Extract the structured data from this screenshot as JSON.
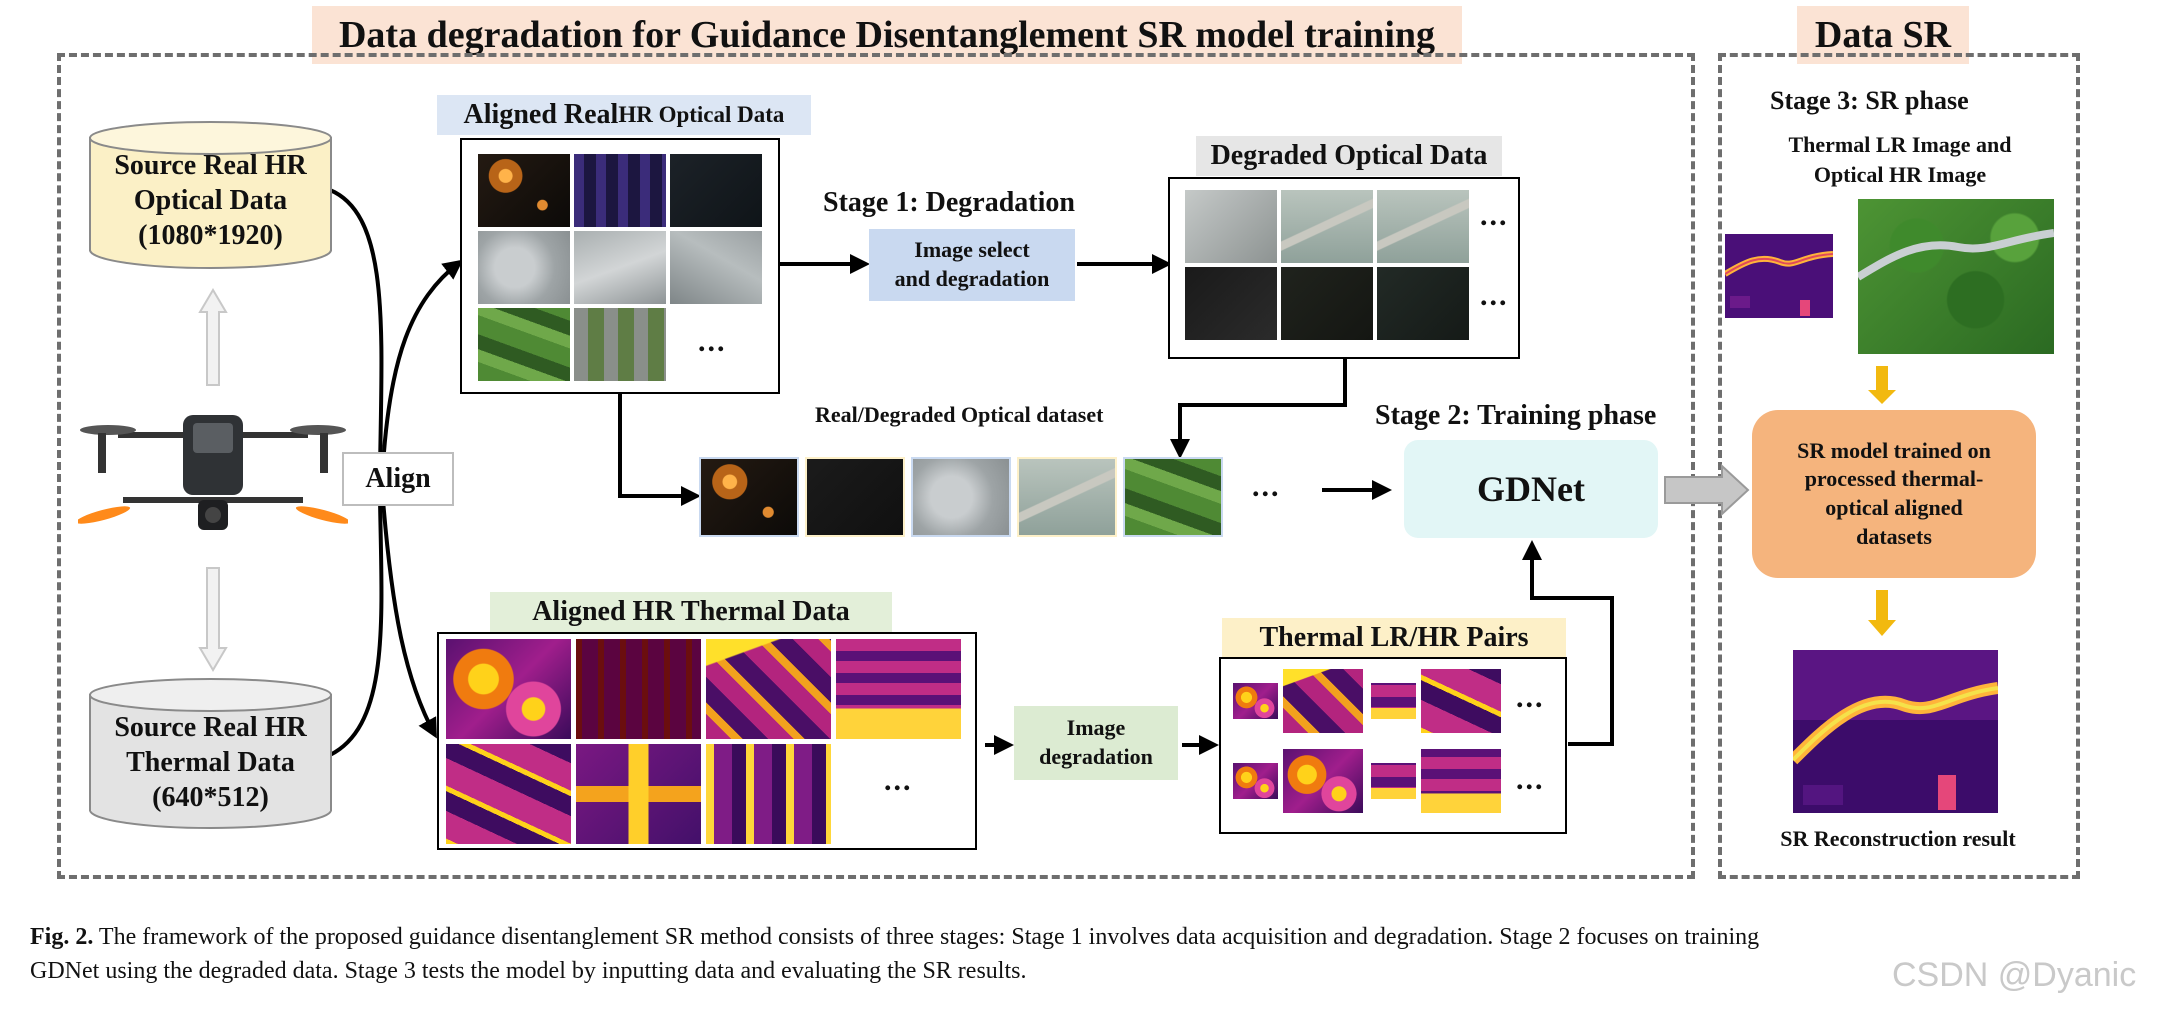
{
  "left_title": "Data degradation for Guidance Disentanglement SR model training",
  "right_title": "Data SR",
  "source_optical": {
    "line1": "Source Real HR",
    "line2": "Optical Data",
    "line3": "(1080*1920)"
  },
  "source_thermal": {
    "line1": "Source Real HR",
    "line2": "Thermal Data",
    "line3": "(640*512)"
  },
  "align": "Align",
  "aligned_optical_label_a": "Aligned Real ",
  "aligned_optical_label_b": "HR Optical Data",
  "stage1": "Stage 1: Degradation",
  "image_select": {
    "line1": "Image select",
    "line2": "and degradation"
  },
  "degraded_optical": "Degraded Optical Data",
  "real_degraded_dataset": "Real/Degraded Optical dataset",
  "stage2": "Stage 2: Training phase",
  "gdnet": "GDNet",
  "aligned_thermal": "Aligned HR Thermal Data",
  "image_degradation": {
    "line1": "Image",
    "line2": "degradation"
  },
  "thermal_pairs": "Thermal LR/HR Pairs",
  "ellipsis": "...",
  "stage3": "Stage 3: SR phase",
  "thermal_lr_optical": {
    "line1": "Thermal LR Image and",
    "line2": "Optical HR Image"
  },
  "sr_model": {
    "line1": "SR model trained on",
    "line2": "processed thermal-",
    "line3": "optical aligned",
    "line4": "datasets"
  },
  "sr_result": "SR Reconstruction result",
  "caption": {
    "fig": "Fig. 2.",
    "text1": "The framework of the proposed guidance disentanglement SR method consists of three stages: Stage 1 involves data acquisition and degradation. Stage 2 focuses on training",
    "text2": "GDNet using the degraded data. Stage 3 tests the model by inputting data and evaluating the SR results."
  },
  "watermark": "CSDN @Dyanic",
  "colors": {
    "banner_bg": "#fbe3d4",
    "optical_label_bg": "#dce6f4",
    "degraded_label_bg": "#e6e6e6",
    "thermal_label_bg": "#e3efd9",
    "pairs_label_bg": "#fdf0c8",
    "image_select_bg": "#c9d9f0",
    "image_degradation_bg": "#dcebd2",
    "gdnet_bg": "#e2f6f6",
    "sr_model_bg": "#f5b47d",
    "cylinder_optical": "#fbf0c6",
    "cylinder_thermal": "#e3e3e3",
    "yellow_arrow": "#f2b90f"
  }
}
